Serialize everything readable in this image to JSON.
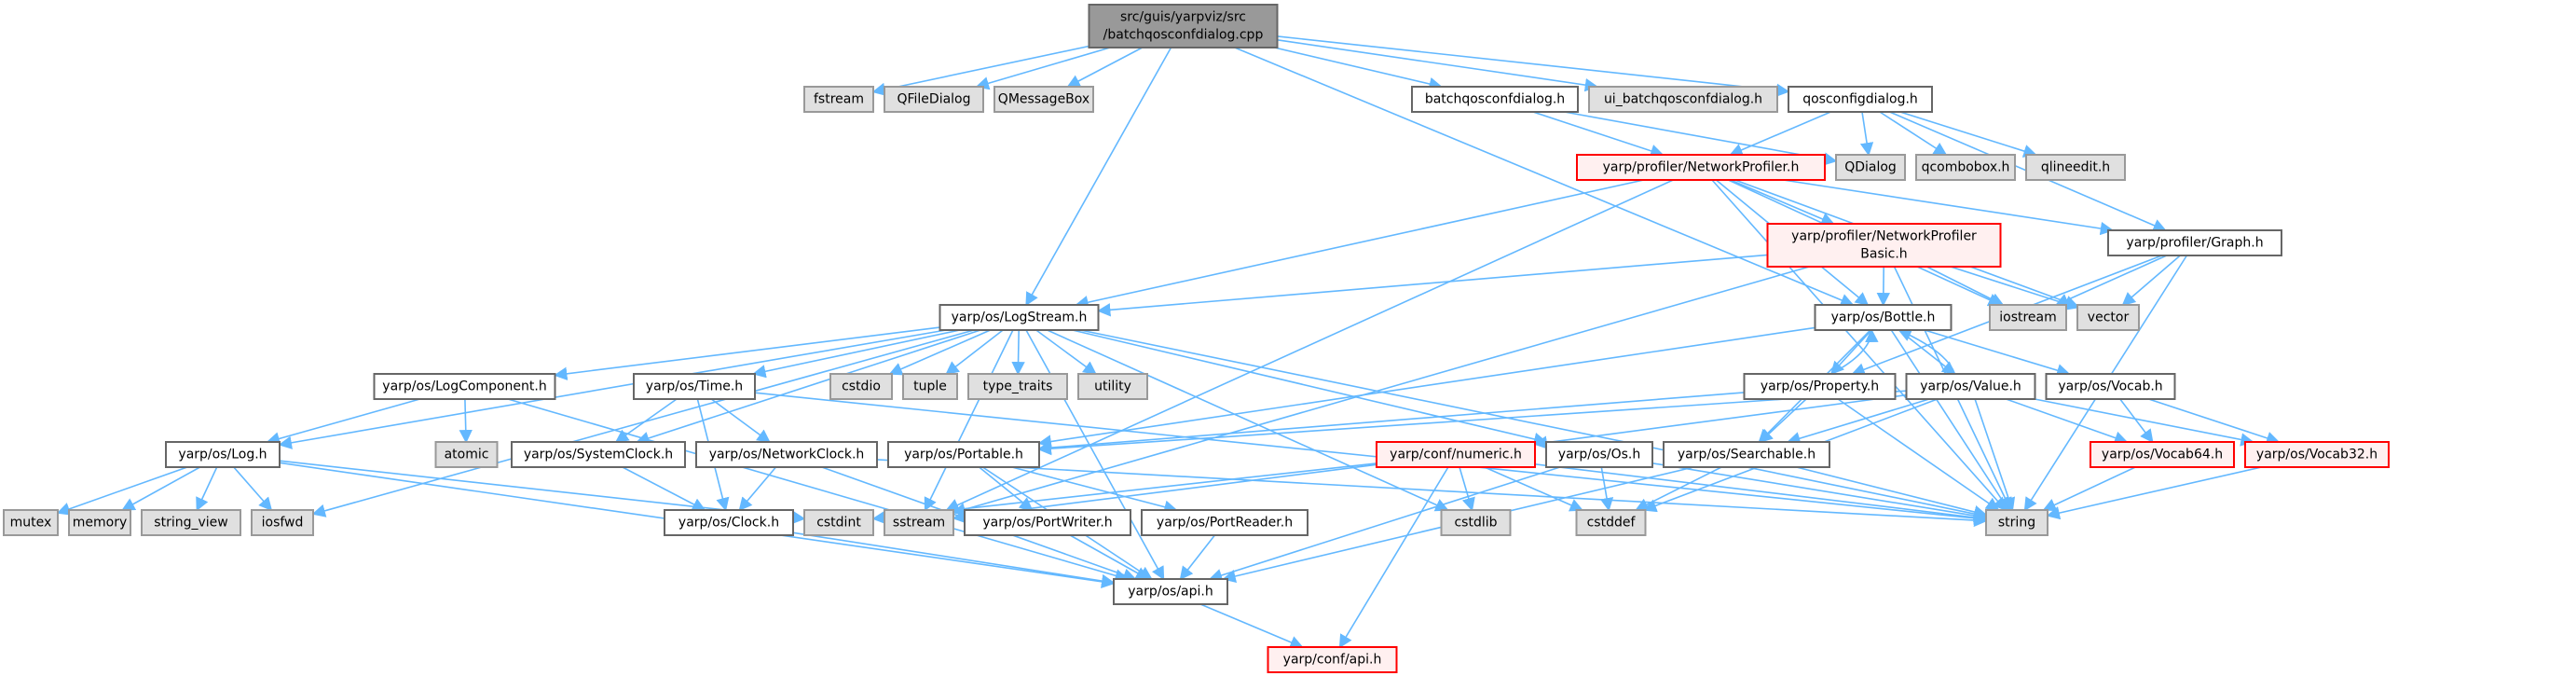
{
  "title": "src/guis/yarpviz/src/batchqosconfdialog.cpp include dependency graph",
  "colors": {
    "edge": "#63b8ff",
    "root_fill": "#999999",
    "doc_fill": "#ffffff",
    "ext_fill": "#e0e0e0",
    "incomplete_fill": "#fff0f0",
    "incomplete_border": "#ff0000"
  },
  "nodes": [
    {
      "id": "root",
      "lines": [
        "src/guis/yarpviz/src",
        "/batchqosconfdialog.cpp"
      ],
      "kind": "root"
    },
    {
      "id": "fstream",
      "lines": [
        "fstream"
      ],
      "kind": "ext"
    },
    {
      "id": "qfiledialog",
      "lines": [
        "QFileDialog"
      ],
      "kind": "ext"
    },
    {
      "id": "qmessagebox",
      "lines": [
        "QMessageBox"
      ],
      "kind": "ext"
    },
    {
      "id": "batchqosconfdialog_h",
      "lines": [
        "batchqosconfdialog.h"
      ],
      "kind": "doc"
    },
    {
      "id": "ui_batchqosconfdialog_h",
      "lines": [
        "ui_batchqosconfdialog.h"
      ],
      "kind": "ext"
    },
    {
      "id": "qosconfigdialog_h",
      "lines": [
        "qosconfigdialog.h"
      ],
      "kind": "doc"
    },
    {
      "id": "networkprofiler_h",
      "lines": [
        "yarp/profiler/NetworkProfiler.h"
      ],
      "kind": "red"
    },
    {
      "id": "qdialog",
      "lines": [
        "QDialog"
      ],
      "kind": "ext"
    },
    {
      "id": "qcombobox_h",
      "lines": [
        "qcombobox.h"
      ],
      "kind": "ext"
    },
    {
      "id": "qlineedit_h",
      "lines": [
        "qlineedit.h"
      ],
      "kind": "ext"
    },
    {
      "id": "networkprofilerbasic_h",
      "lines": [
        "yarp/profiler/NetworkProfiler",
        "Basic.h"
      ],
      "kind": "red"
    },
    {
      "id": "graph_h",
      "lines": [
        "yarp/profiler/Graph.h"
      ],
      "kind": "doc"
    },
    {
      "id": "logstream_h",
      "lines": [
        "yarp/os/LogStream.h"
      ],
      "kind": "doc"
    },
    {
      "id": "bottle_h",
      "lines": [
        "yarp/os/Bottle.h"
      ],
      "kind": "doc"
    },
    {
      "id": "iostream",
      "lines": [
        "iostream"
      ],
      "kind": "ext"
    },
    {
      "id": "vector",
      "lines": [
        "vector"
      ],
      "kind": "ext"
    },
    {
      "id": "logcomponent_h",
      "lines": [
        "yarp/os/LogComponent.h"
      ],
      "kind": "doc"
    },
    {
      "id": "time_h",
      "lines": [
        "yarp/os/Time.h"
      ],
      "kind": "doc"
    },
    {
      "id": "cstdio",
      "lines": [
        "cstdio"
      ],
      "kind": "ext"
    },
    {
      "id": "tuple",
      "lines": [
        "tuple"
      ],
      "kind": "ext"
    },
    {
      "id": "type_traits",
      "lines": [
        "type_traits"
      ],
      "kind": "ext"
    },
    {
      "id": "utility",
      "lines": [
        "utility"
      ],
      "kind": "ext"
    },
    {
      "id": "property_h",
      "lines": [
        "yarp/os/Property.h"
      ],
      "kind": "doc"
    },
    {
      "id": "value_h",
      "lines": [
        "yarp/os/Value.h"
      ],
      "kind": "doc"
    },
    {
      "id": "vocab_h",
      "lines": [
        "yarp/os/Vocab.h"
      ],
      "kind": "doc"
    },
    {
      "id": "log_h",
      "lines": [
        "yarp/os/Log.h"
      ],
      "kind": "doc"
    },
    {
      "id": "atomic",
      "lines": [
        "atomic"
      ],
      "kind": "ext"
    },
    {
      "id": "systemclock_h",
      "lines": [
        "yarp/os/SystemClock.h"
      ],
      "kind": "doc"
    },
    {
      "id": "networkclock_h",
      "lines": [
        "yarp/os/NetworkClock.h"
      ],
      "kind": "doc"
    },
    {
      "id": "portable_h",
      "lines": [
        "yarp/os/Portable.h"
      ],
      "kind": "doc"
    },
    {
      "id": "numeric_h",
      "lines": [
        "yarp/conf/numeric.h"
      ],
      "kind": "red"
    },
    {
      "id": "os_h",
      "lines": [
        "yarp/os/Os.h"
      ],
      "kind": "doc"
    },
    {
      "id": "searchable_h",
      "lines": [
        "yarp/os/Searchable.h"
      ],
      "kind": "doc"
    },
    {
      "id": "vocab64_h",
      "lines": [
        "yarp/os/Vocab64.h"
      ],
      "kind": "red"
    },
    {
      "id": "vocab32_h",
      "lines": [
        "yarp/os/Vocab32.h"
      ],
      "kind": "red"
    },
    {
      "id": "mutex",
      "lines": [
        "mutex"
      ],
      "kind": "ext"
    },
    {
      "id": "memory",
      "lines": [
        "memory"
      ],
      "kind": "ext"
    },
    {
      "id": "string_view",
      "lines": [
        "string_view"
      ],
      "kind": "ext"
    },
    {
      "id": "iosfwd",
      "lines": [
        "iosfwd"
      ],
      "kind": "ext"
    },
    {
      "id": "clock_h",
      "lines": [
        "yarp/os/Clock.h"
      ],
      "kind": "doc"
    },
    {
      "id": "cstdint",
      "lines": [
        "cstdint"
      ],
      "kind": "ext"
    },
    {
      "id": "sstream",
      "lines": [
        "sstream"
      ],
      "kind": "ext"
    },
    {
      "id": "portwriter_h",
      "lines": [
        "yarp/os/PortWriter.h"
      ],
      "kind": "doc"
    },
    {
      "id": "portreader_h",
      "lines": [
        "yarp/os/PortReader.h"
      ],
      "kind": "doc"
    },
    {
      "id": "cstdlib",
      "lines": [
        "cstdlib"
      ],
      "kind": "ext"
    },
    {
      "id": "cstddef",
      "lines": [
        "cstddef"
      ],
      "kind": "ext"
    },
    {
      "id": "string",
      "lines": [
        "string"
      ],
      "kind": "ext"
    },
    {
      "id": "api_h",
      "lines": [
        "yarp/os/api.h"
      ],
      "kind": "doc"
    },
    {
      "id": "conf_api_h",
      "lines": [
        "yarp/conf/api.h"
      ],
      "kind": "red"
    }
  ],
  "edges": [
    [
      "root",
      "fstream"
    ],
    [
      "root",
      "qfiledialog"
    ],
    [
      "root",
      "qmessagebox"
    ],
    [
      "root",
      "batchqosconfdialog_h"
    ],
    [
      "root",
      "ui_batchqosconfdialog_h"
    ],
    [
      "root",
      "qosconfigdialog_h"
    ],
    [
      "root",
      "logstream_h"
    ],
    [
      "root",
      "bottle_h"
    ],
    [
      "batchqosconfdialog_h",
      "networkprofiler_h"
    ],
    [
      "batchqosconfdialog_h",
      "qdialog"
    ],
    [
      "qosconfigdialog_h",
      "networkprofiler_h"
    ],
    [
      "qosconfigdialog_h",
      "qdialog"
    ],
    [
      "qosconfigdialog_h",
      "qcombobox_h"
    ],
    [
      "qosconfigdialog_h",
      "qlineedit_h"
    ],
    [
      "qosconfigdialog_h",
      "graph_h"
    ],
    [
      "networkprofiler_h",
      "networkprofilerbasic_h"
    ],
    [
      "networkprofiler_h",
      "graph_h"
    ],
    [
      "networkprofiler_h",
      "logstream_h"
    ],
    [
      "networkprofiler_h",
      "bottle_h"
    ],
    [
      "networkprofiler_h",
      "iostream"
    ],
    [
      "networkprofiler_h",
      "vector"
    ],
    [
      "networkprofiler_h",
      "sstream"
    ],
    [
      "networkprofiler_h",
      "string"
    ],
    [
      "networkprofilerbasic_h",
      "logstream_h"
    ],
    [
      "networkprofilerbasic_h",
      "bottle_h"
    ],
    [
      "networkprofilerbasic_h",
      "iostream"
    ],
    [
      "networkprofilerbasic_h",
      "vector"
    ],
    [
      "networkprofilerbasic_h",
      "sstream"
    ],
    [
      "networkprofilerbasic_h",
      "string"
    ],
    [
      "graph_h",
      "iostream"
    ],
    [
      "graph_h",
      "vector"
    ],
    [
      "graph_h",
      "property_h"
    ],
    [
      "graph_h",
      "string"
    ],
    [
      "logstream_h",
      "logcomponent_h"
    ],
    [
      "logstream_h",
      "time_h"
    ],
    [
      "logstream_h",
      "cstdio"
    ],
    [
      "logstream_h",
      "tuple"
    ],
    [
      "logstream_h",
      "type_traits"
    ],
    [
      "logstream_h",
      "utility"
    ],
    [
      "logstream_h",
      "log_h"
    ],
    [
      "logstream_h",
      "iosfwd"
    ],
    [
      "logstream_h",
      "systemclock_h"
    ],
    [
      "logstream_h",
      "os_h"
    ],
    [
      "logstream_h",
      "sstream"
    ],
    [
      "logstream_h",
      "cstdlib"
    ],
    [
      "logstream_h",
      "string"
    ],
    [
      "logstream_h",
      "api_h"
    ],
    [
      "bottle_h",
      "property_h"
    ],
    [
      "bottle_h",
      "value_h"
    ],
    [
      "bottle_h",
      "vocab_h"
    ],
    [
      "bottle_h",
      "portable_h"
    ],
    [
      "bottle_h",
      "searchable_h"
    ],
    [
      "bottle_h",
      "string"
    ],
    [
      "property_h",
      "bottle_h"
    ],
    [
      "property_h",
      "searchable_h"
    ],
    [
      "property_h",
      "portable_h"
    ],
    [
      "property_h",
      "string"
    ],
    [
      "value_h",
      "bottle_h"
    ],
    [
      "value_h",
      "portable_h"
    ],
    [
      "value_h",
      "searchable_h"
    ],
    [
      "value_h",
      "numeric_h"
    ],
    [
      "value_h",
      "vocab64_h"
    ],
    [
      "value_h",
      "vocab32_h"
    ],
    [
      "value_h",
      "cstddef"
    ],
    [
      "value_h",
      "string"
    ],
    [
      "vocab_h",
      "vocab64_h"
    ],
    [
      "vocab_h",
      "vocab32_h"
    ],
    [
      "vocab64_h",
      "string"
    ],
    [
      "vocab32_h",
      "string"
    ],
    [
      "logcomponent_h",
      "log_h"
    ],
    [
      "logcomponent_h",
      "atomic"
    ],
    [
      "logcomponent_h",
      "api_h"
    ],
    [
      "time_h",
      "systemclock_h"
    ],
    [
      "time_h",
      "clock_h"
    ],
    [
      "time_h",
      "networkclock_h"
    ],
    [
      "time_h",
      "string"
    ],
    [
      "log_h",
      "mutex"
    ],
    [
      "log_h",
      "memory"
    ],
    [
      "log_h",
      "string_view"
    ],
    [
      "log_h",
      "iosfwd"
    ],
    [
      "log_h",
      "cstdint"
    ],
    [
      "log_h",
      "api_h"
    ],
    [
      "systemclock_h",
      "clock_h"
    ],
    [
      "networkclock_h",
      "clock_h"
    ],
    [
      "networkclock_h",
      "api_h"
    ],
    [
      "networkclock_h",
      "string"
    ],
    [
      "clock_h",
      "api_h"
    ],
    [
      "portable_h",
      "portwriter_h"
    ],
    [
      "portable_h",
      "portreader_h"
    ],
    [
      "portable_h",
      "api_h"
    ],
    [
      "portwriter_h",
      "api_h"
    ],
    [
      "portreader_h",
      "api_h"
    ],
    [
      "numeric_h",
      "cstdint"
    ],
    [
      "numeric_h",
      "sstream"
    ],
    [
      "numeric_h",
      "cstdlib"
    ],
    [
      "numeric_h",
      "cstddef"
    ],
    [
      "numeric_h",
      "string"
    ],
    [
      "numeric_h",
      "conf_api_h"
    ],
    [
      "os_h",
      "cstddef"
    ],
    [
      "os_h",
      "string"
    ],
    [
      "os_h",
      "api_h"
    ],
    [
      "searchable_h",
      "cstddef"
    ],
    [
      "searchable_h",
      "string"
    ],
    [
      "searchable_h",
      "api_h"
    ],
    [
      "api_h",
      "conf_api_h"
    ]
  ]
}
